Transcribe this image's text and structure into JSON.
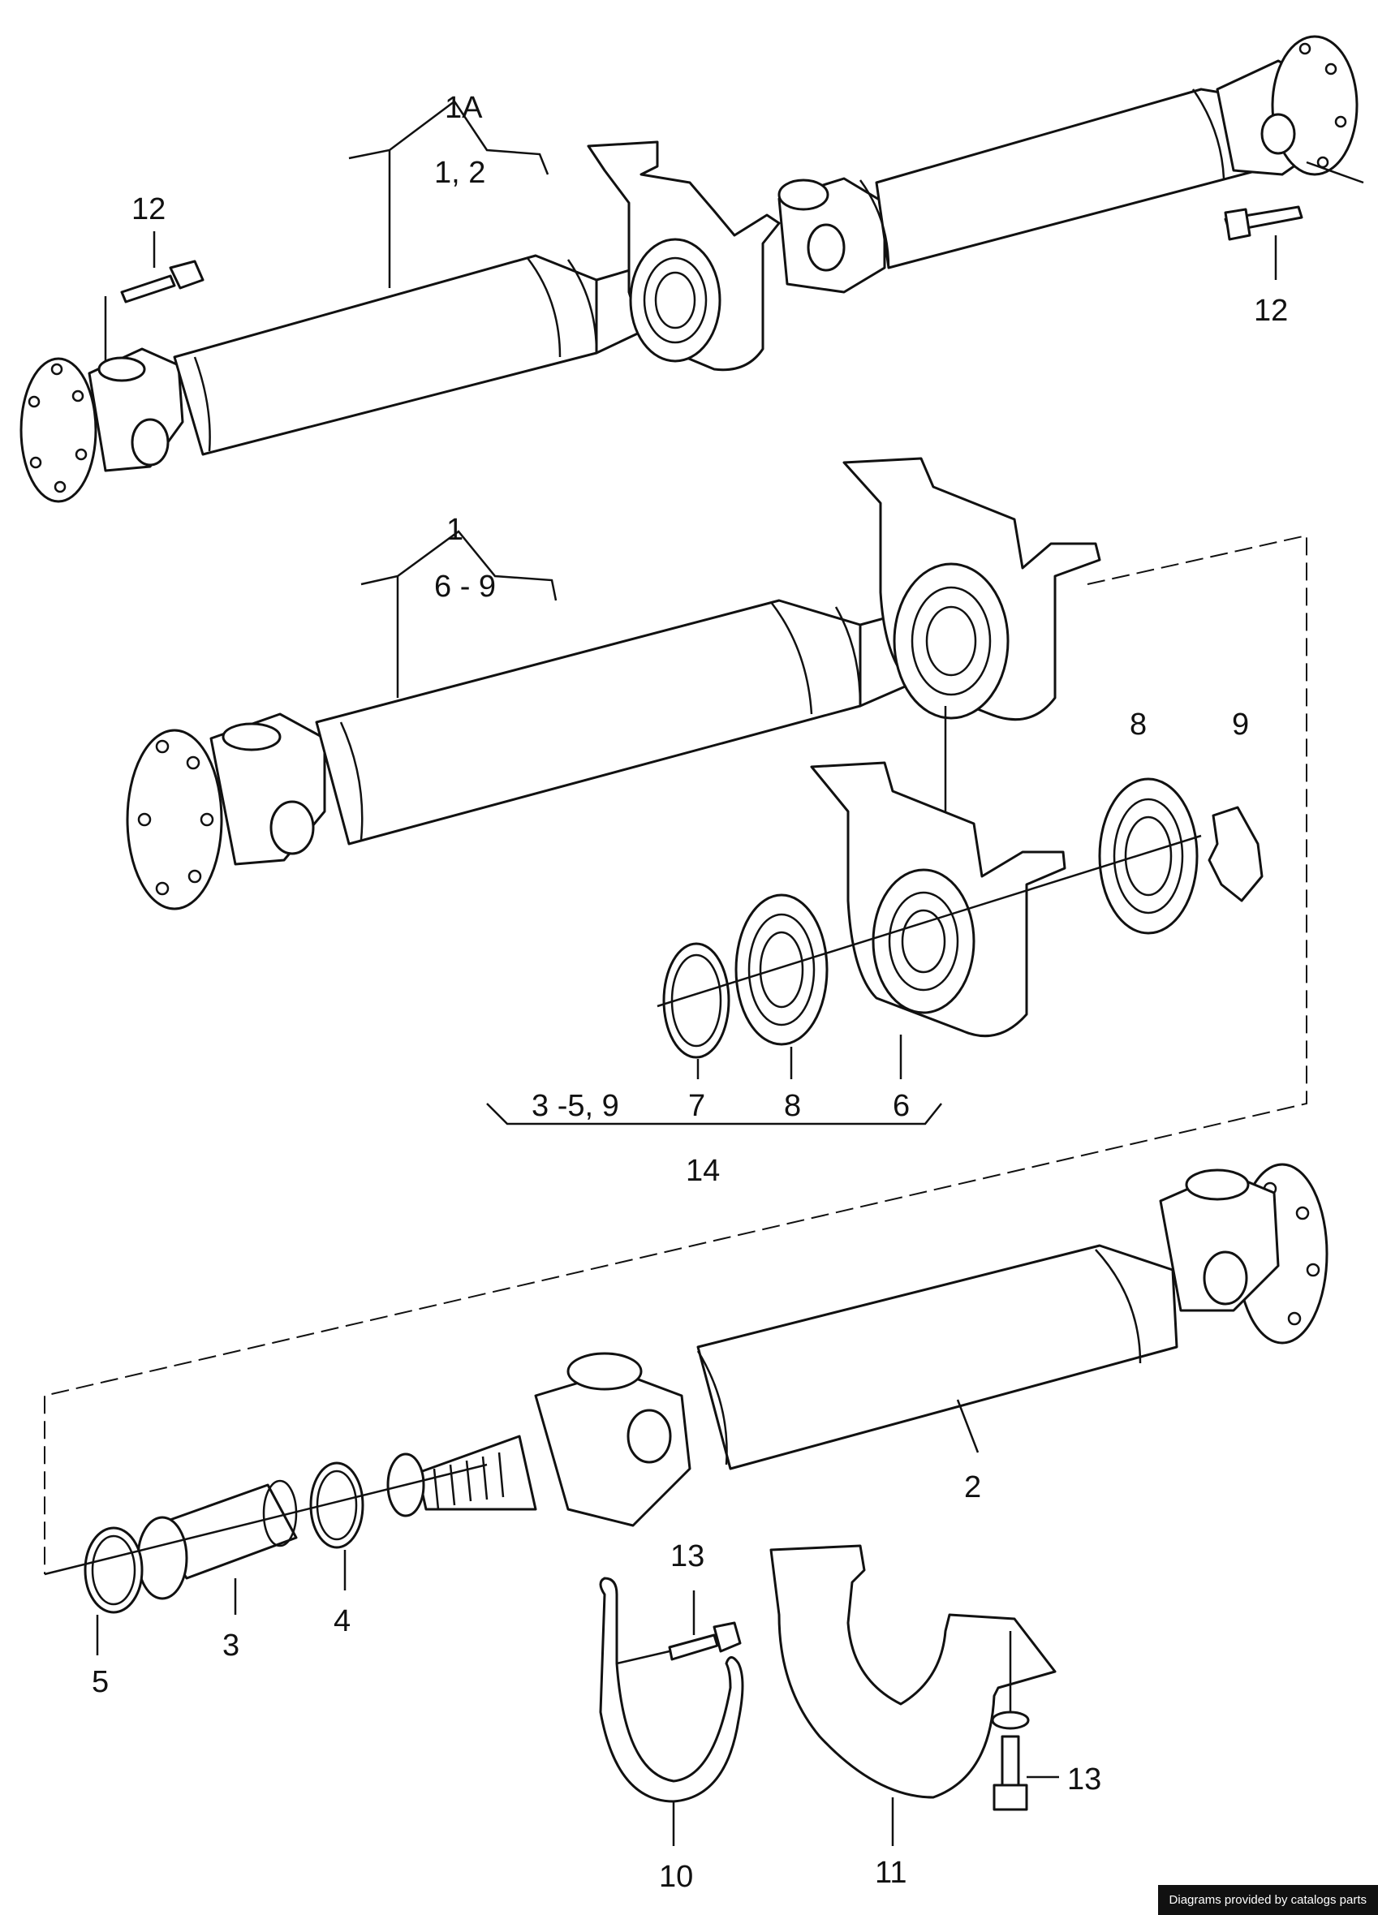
{
  "callouts": {
    "assembly_1A": "1A",
    "assembly_1A_range": "1,  2",
    "bolt_12_left": "12",
    "bolt_12_right": "12",
    "assembly_1": "1",
    "assembly_1_range": "6 - 9",
    "part_8_upper": "8",
    "part_9_upper": "9",
    "group_range": "3 -5,  9",
    "part_7": "7",
    "part_8_lower": "8",
    "part_6": "6",
    "kit_14": "14",
    "part_2": "2",
    "part_5": "5",
    "part_3": "3",
    "part_4": "4",
    "bolt_13_left": "13",
    "bolt_13_right": "13",
    "part_10": "10",
    "part_11": "11"
  },
  "watermark": "Diagrams provided by catalogs parts"
}
